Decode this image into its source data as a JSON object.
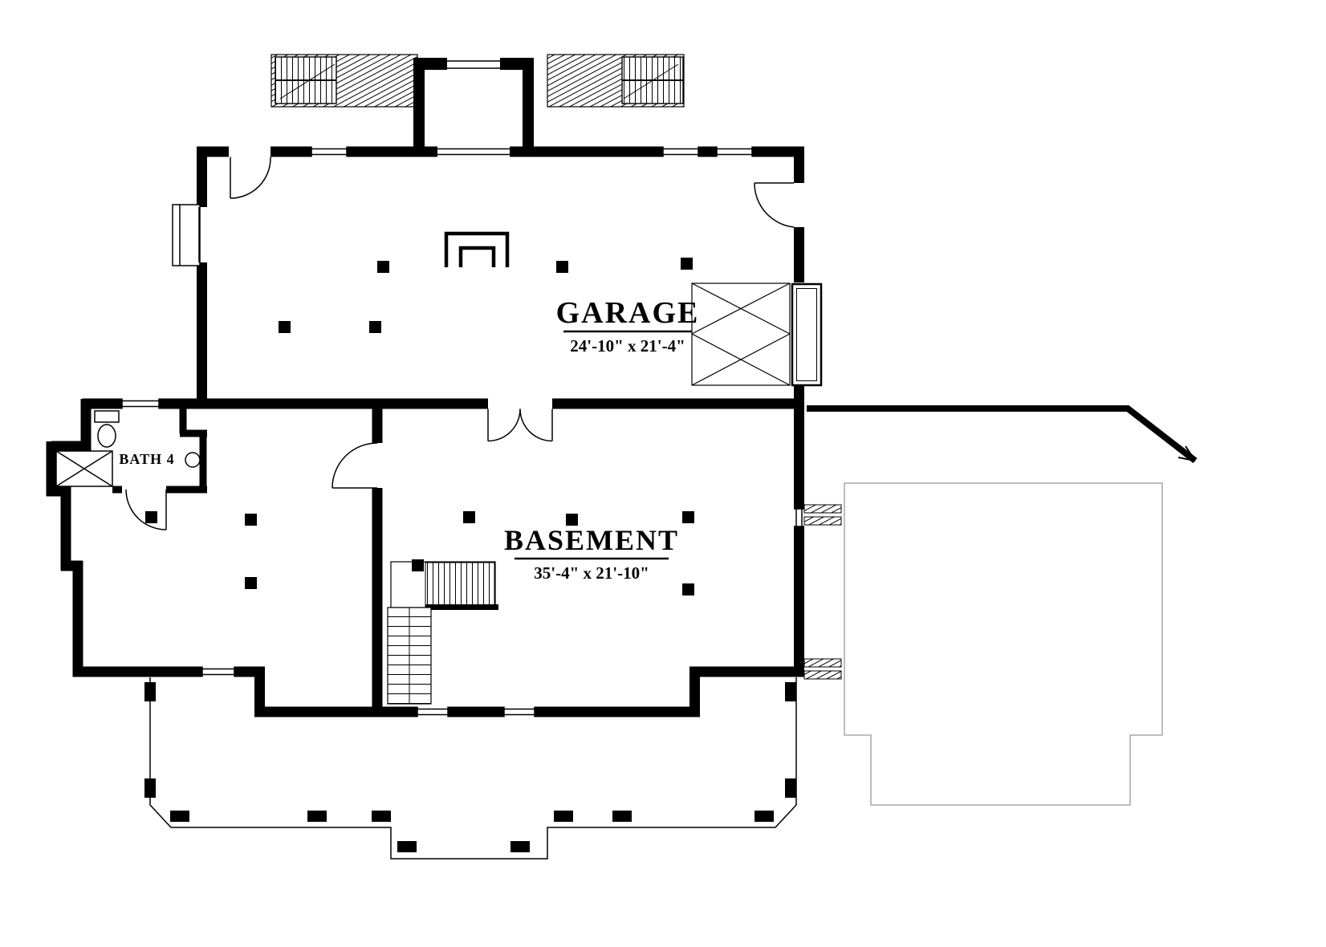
{
  "colors": {
    "ink": "#000000",
    "background": "#ffffff",
    "patio_line": "#999999"
  },
  "rooms": {
    "garage": {
      "label": "GARAGE",
      "dimensions": "24'-10\" x 21'-4\""
    },
    "basement": {
      "label": "BASEMENT",
      "dimensions": "35'-4\" x 21'-10\""
    },
    "bath4": {
      "label": "BATH 4"
    }
  }
}
